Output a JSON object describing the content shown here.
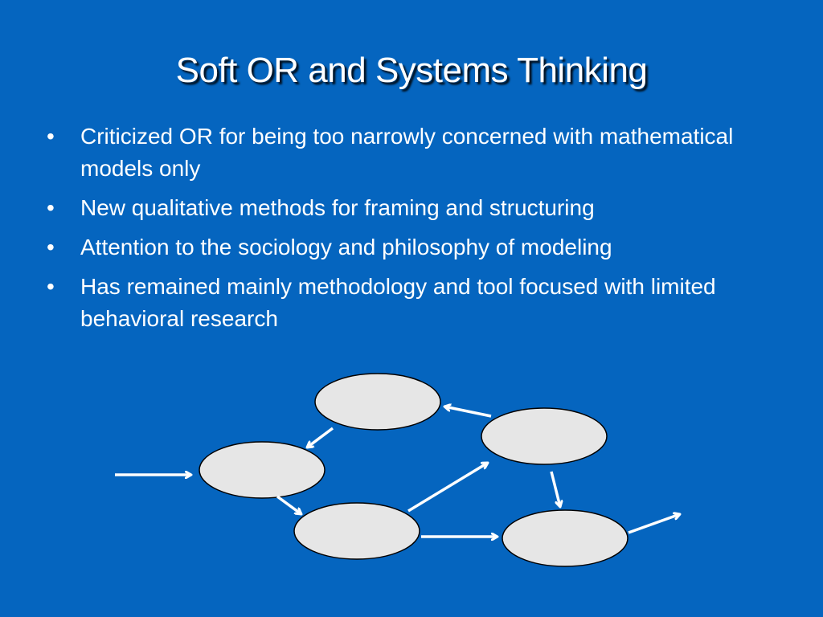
{
  "slide": {
    "title": "Soft OR and Systems Thinking",
    "bullets": [
      "Criticized OR for being too narrowly concerned with mathematical models only",
      "New qualitative methods for framing and structuring",
      "Attention to the sociology and philosophy of modeling",
      "Has remained mainly methodology and tool focused with limited behavioral research"
    ],
    "bullet_marker": "•"
  },
  "colors": {
    "background": "#0565BF",
    "node_fill": "#E6E6E6",
    "node_stroke": "#000000",
    "arrow": "#FFFFFF",
    "text": "#FFFFFF"
  }
}
